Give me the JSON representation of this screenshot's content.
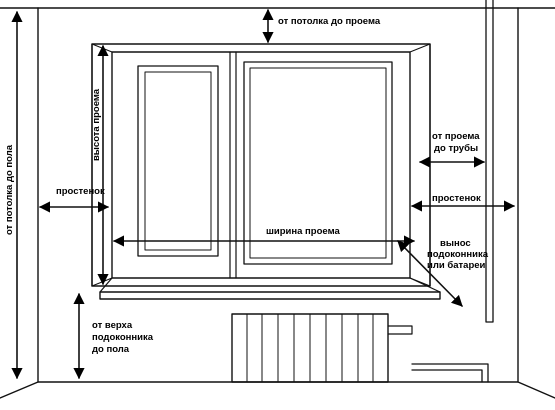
{
  "labels": {
    "ceiling_to_opening": "от потолка до проема",
    "ceiling_to_floor": "от потолка до пола",
    "opening_height": "высота проема",
    "pier_left": "простенок",
    "pier_right": "простенок",
    "opening_width": "ширина проема",
    "opening_to_pipe_line1": "от проема",
    "opening_to_pipe_line2": "до трубы",
    "sill_overhang_line1": "вынос",
    "sill_overhang_line2": "подоконника",
    "sill_overhang_line3": "или батареи",
    "sill_to_floor_line1": "от верха",
    "sill_to_floor_line2": "подоконника",
    "sill_to_floor_line3": "до пола"
  }
}
